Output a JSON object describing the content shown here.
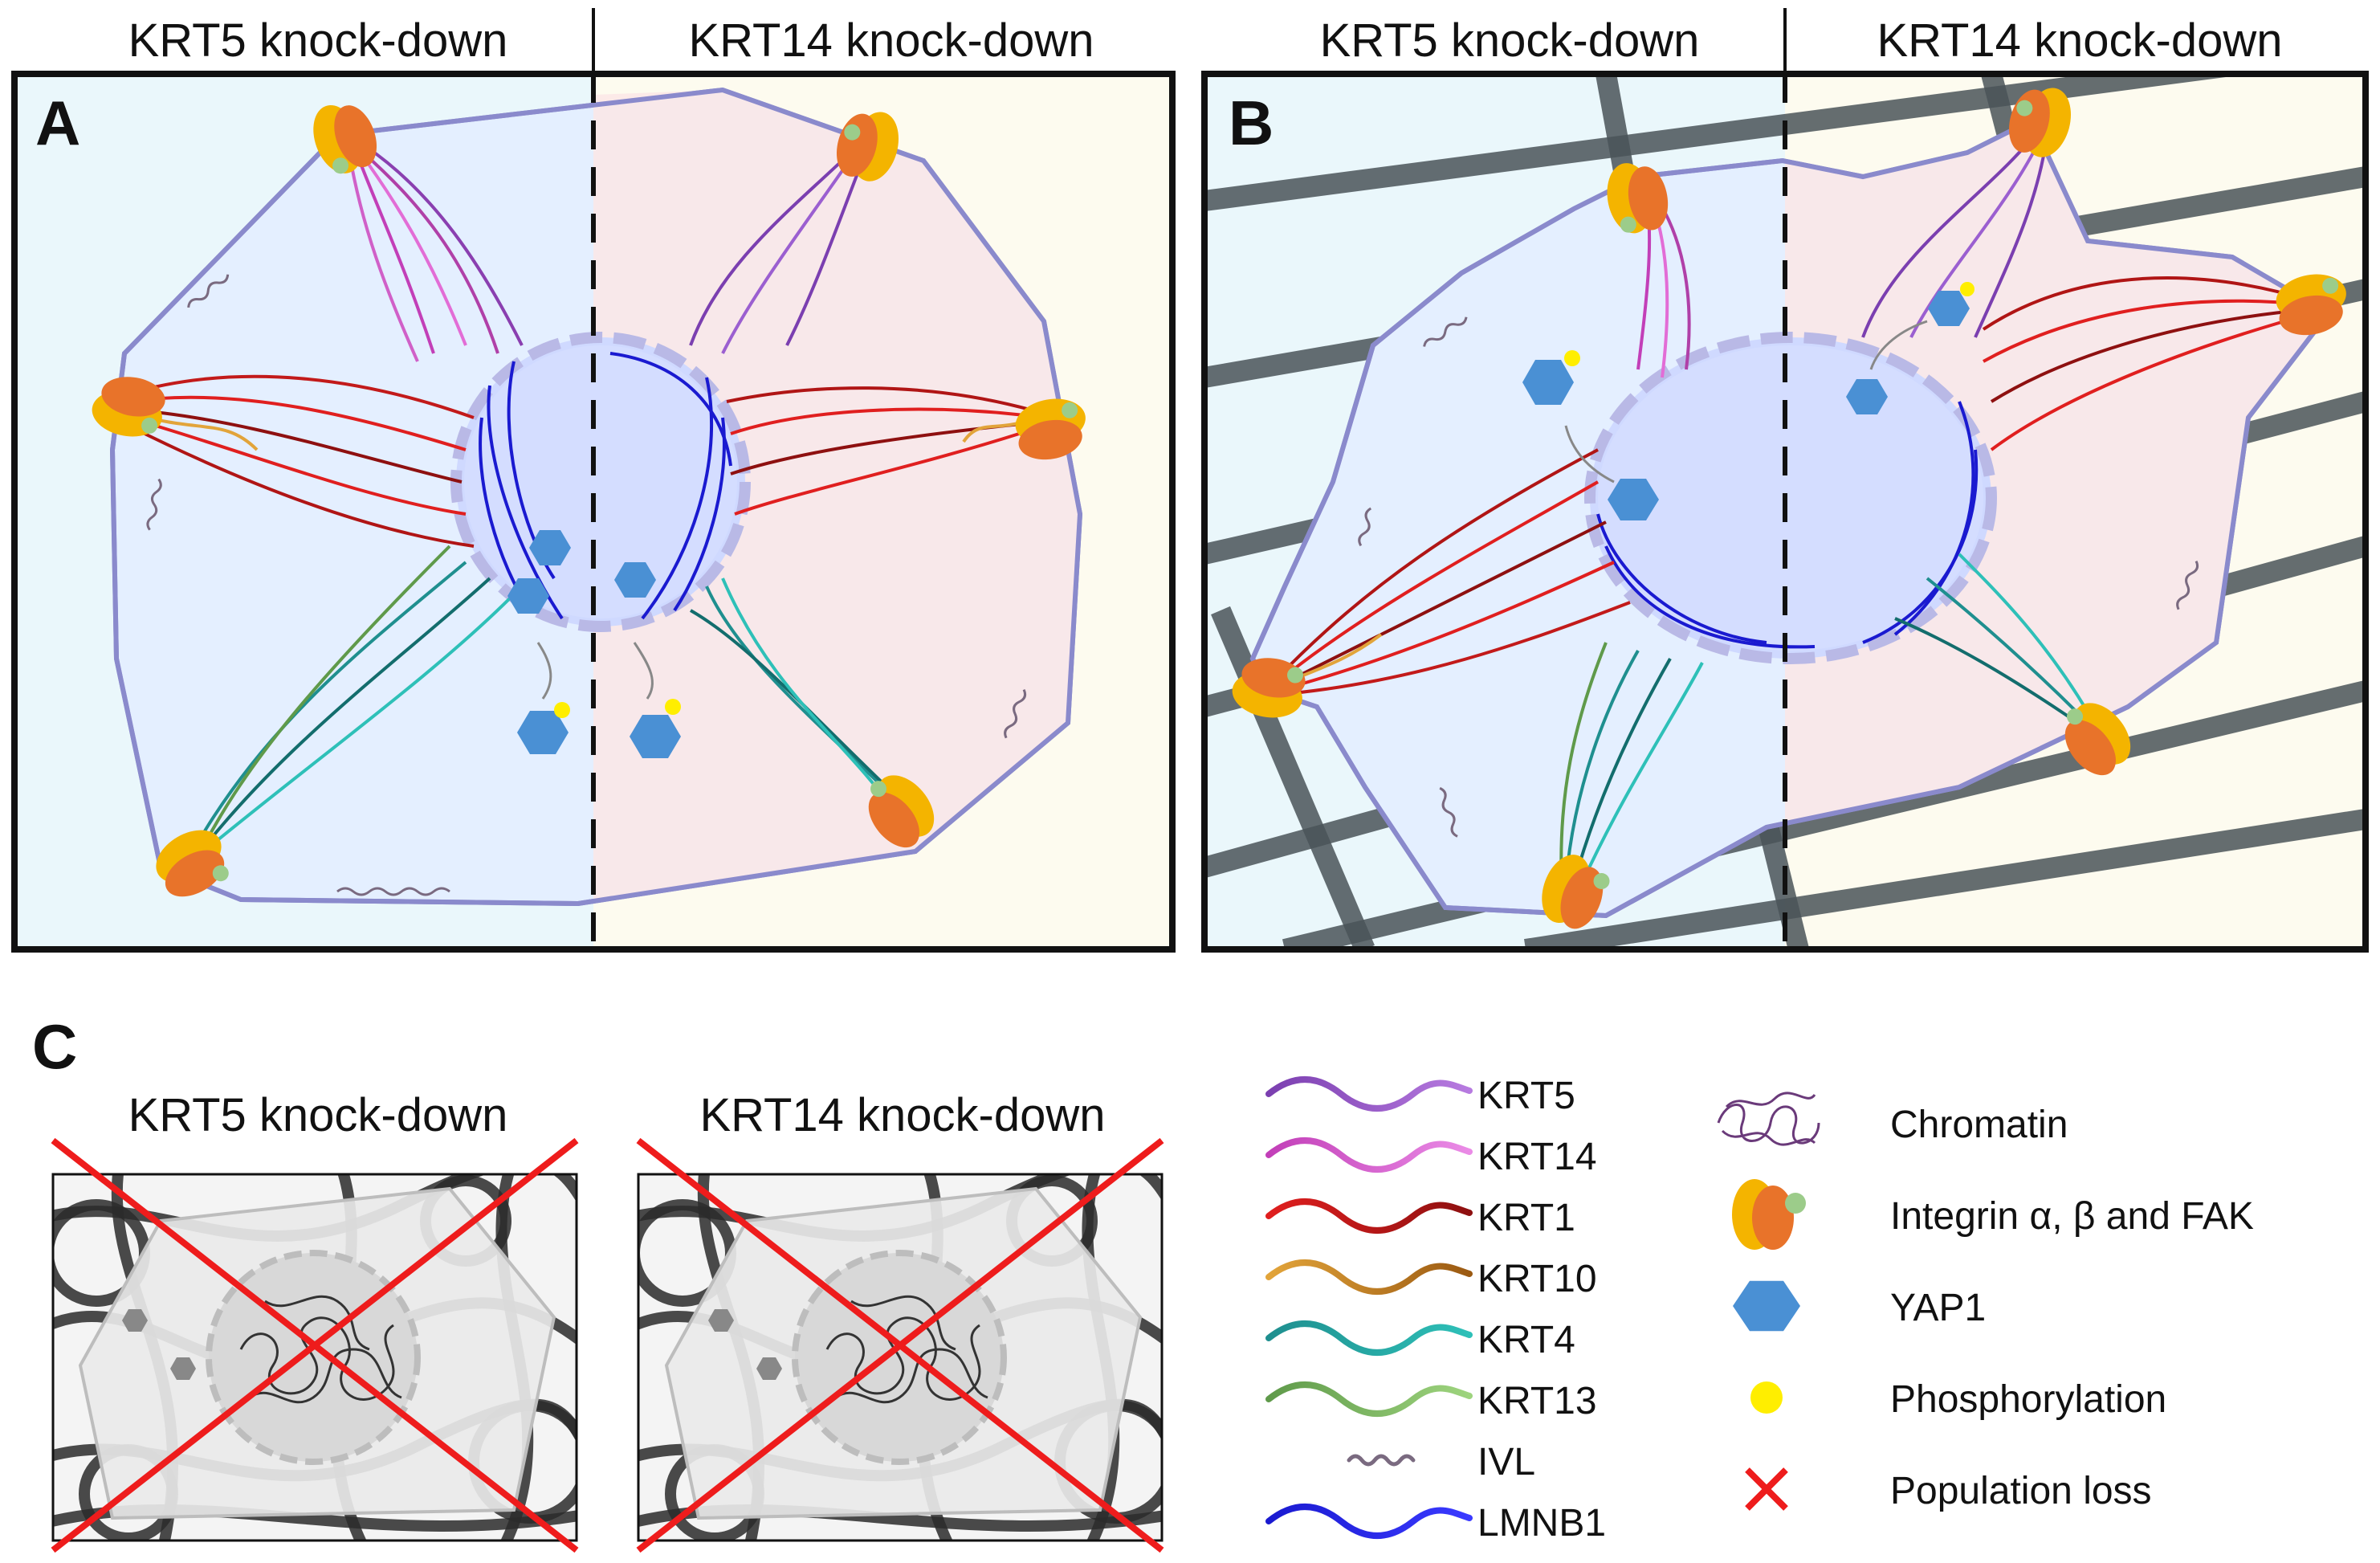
{
  "panels": {
    "A": {
      "letter": "A",
      "left_header": "KRT5 knock-down",
      "right_header": "KRT14 knock-down"
    },
    "B": {
      "letter": "B",
      "left_header": "KRT5 knock-down",
      "right_header": "KRT14 knock-down"
    },
    "C": {
      "letter": "C",
      "left_header": "KRT5 knock-down",
      "right_header": "KRT14 knock-down"
    }
  },
  "legend_filaments": [
    {
      "label": "KRT5",
      "color_a": "#7b3fb0",
      "color_b": "#b77be0"
    },
    {
      "label": "KRT14",
      "color_a": "#c23fb8",
      "color_b": "#ea8be6"
    },
    {
      "label": "KRT1",
      "color_a": "#e01f1f",
      "color_b": "#8e1010"
    },
    {
      "label": "KRT10",
      "color_a": "#e2a43a",
      "color_b": "#9b5a12"
    },
    {
      "label": "KRT4",
      "color_a": "#1f8f8f",
      "color_b": "#2ec0b8"
    },
    {
      "label": "KRT13",
      "color_a": "#5f9a4a",
      "color_b": "#9ed47e"
    },
    {
      "label": "IVL",
      "color_a": "#7a6a80",
      "color_b": "#7a6a80"
    },
    {
      "label": "LMNB1",
      "color_a": "#1a1ad0",
      "color_b": "#3a3aff"
    }
  ],
  "legend_symbols": [
    {
      "label": "Chromatin",
      "icon": "chromatin-icon"
    },
    {
      "label": "Integrin α, β and FAK",
      "icon": "integrin-icon"
    },
    {
      "label": "YAP1",
      "icon": "yap1-icon"
    },
    {
      "label": "Phosphorylation",
      "icon": "phosphorylation-icon"
    },
    {
      "label": "Population loss",
      "icon": "red-cross-icon"
    }
  ],
  "colors": {
    "left_bg": "#eaf7fb",
    "right_bg": "#fdfbef",
    "cell_left": "#e4efff",
    "cell_right": "#fbe6e6",
    "membrane": "#8a8acc",
    "nucleus": "#cfd9ff",
    "yap": "#4a90d4",
    "phospho": "#ffee00",
    "integrin_a": "#f4b400",
    "integrin_b": "#e8732a",
    "fak": "#9ccc8a",
    "cross": "#ee1c1c"
  }
}
